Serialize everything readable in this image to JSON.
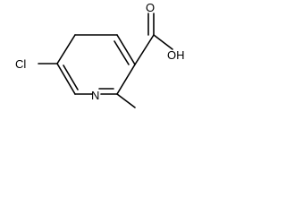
{
  "molecule": {
    "atoms": {
      "cl": "Cl",
      "n": "N",
      "o": "O",
      "oh": "OH"
    }
  }
}
